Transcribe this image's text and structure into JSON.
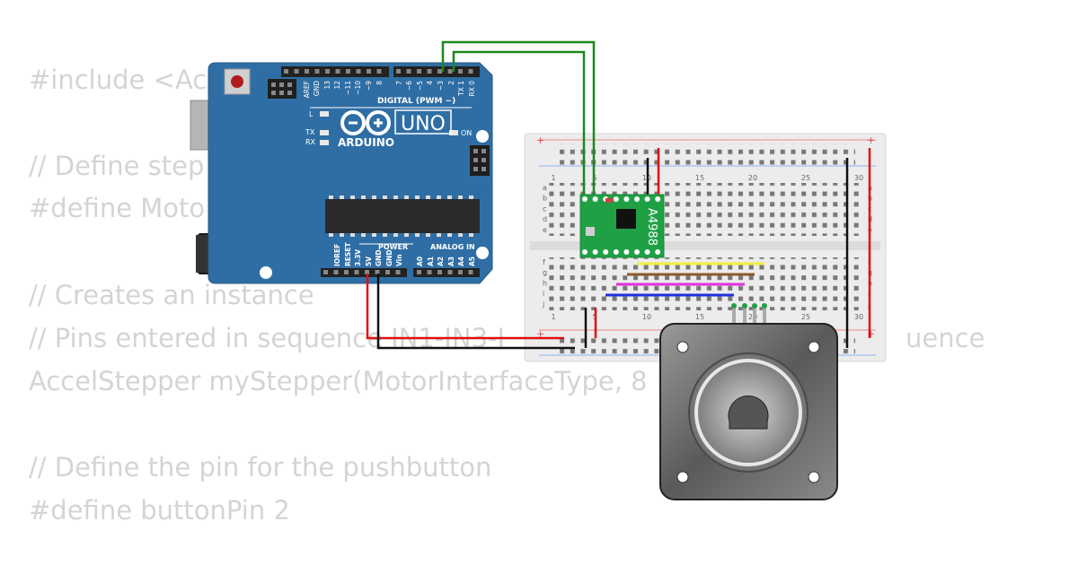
{
  "code_lines": [
    "#include <Acc",
    "// Define step",
    "#define Moto",
    "// Creates an instance",
    "// Pins entered in sequence IN1-IN3-I",
    "AccelStepper myStepper(MotorInterfaceType, 8",
    "// Define the pin for the pushbutton",
    "#define buttonPin 2"
  ],
  "code_suffix_right": "uence",
  "arduino": {
    "logo_text": "ARDUINO",
    "model": "UNO",
    "header_digital": "DIGITAL (PWM ~)",
    "header_power": "POWER",
    "header_analog": "ANALOG IN",
    "led_l": "L",
    "led_tx": "TX",
    "led_rx": "RX",
    "led_on": "ON",
    "top_pins": [
      "AREF",
      "GND",
      "13",
      "12",
      "~11",
      "~10",
      "~9",
      "8",
      "7",
      "~6",
      "~5",
      "4",
      "~3",
      "2",
      "TX 1",
      "RX 0"
    ],
    "power_pins": [
      "IOREF",
      "RESET",
      "3.3V",
      "5V",
      "GND",
      "GND",
      "Vin"
    ],
    "analog_pins": [
      "A0",
      "A1",
      "A2",
      "A3",
      "A4",
      "A5"
    ]
  },
  "driver": {
    "label": "A4988"
  },
  "breadboard": {
    "rows_top": [
      "a",
      "b",
      "c",
      "d",
      "e"
    ],
    "rows_bottom": [
      "f",
      "g",
      "h",
      "i",
      "j"
    ],
    "col_numbers": [
      "1",
      "5",
      "10",
      "15",
      "20",
      "25",
      "30"
    ],
    "plus": "+",
    "minus": "-"
  },
  "colors": {
    "board_blue": "#2f6ea5",
    "wire_green": "#1a8a1a",
    "wire_red": "#e01010",
    "wire_black": "#111111",
    "wire_yellow": "#f2ee44",
    "wire_brown": "#8b5a2b",
    "wire_magenta": "#e030e0",
    "wire_blue": "#2030e0",
    "driver_green": "#1fa045"
  }
}
